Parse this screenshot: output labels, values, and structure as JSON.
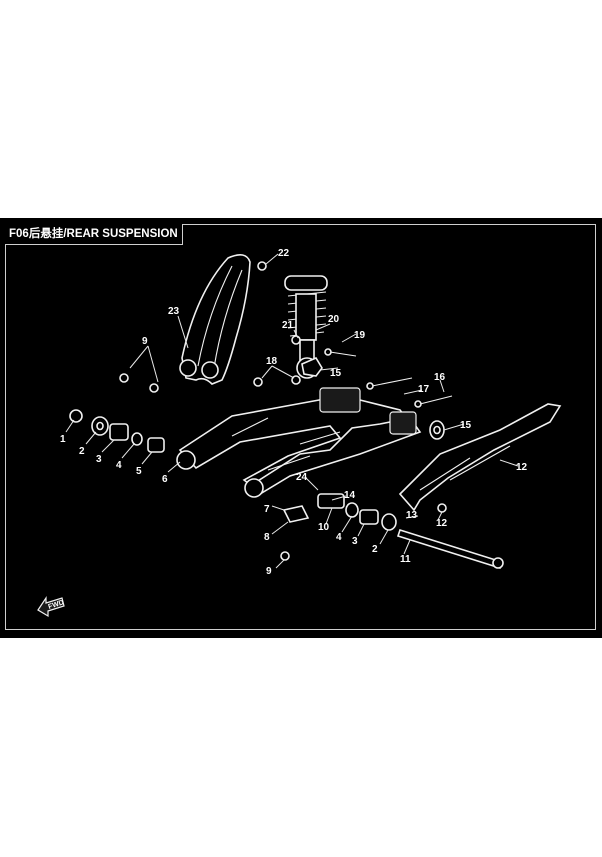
{
  "title": "F06后悬挂/REAR SUSPENSION",
  "direction_label": "FWD",
  "callouts": [
    "1",
    "2",
    "3",
    "4",
    "5",
    "6",
    "7",
    "8",
    "9",
    "9",
    "10",
    "4",
    "3",
    "2",
    "11",
    "12",
    "12",
    "13",
    "14",
    "15",
    "15",
    "16",
    "17",
    "18",
    "19",
    "20",
    "21",
    "22",
    "23",
    "24"
  ],
  "colors": {
    "background": "#000000",
    "lines": "#f0f0f0",
    "page": "#ffffff"
  }
}
